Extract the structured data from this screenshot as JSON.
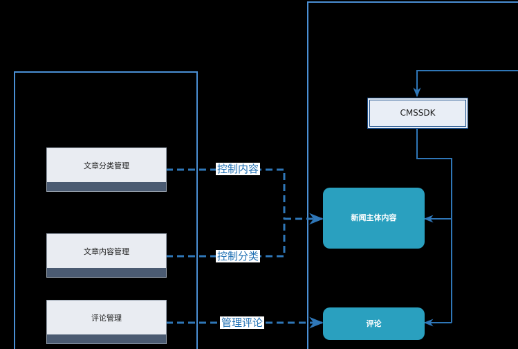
{
  "colors": {
    "background": "#000000",
    "frame_line": "#4a8fd4",
    "connector": "#2f77b8",
    "teal": "#2aa0bf",
    "module_fill": "#e9ecf2",
    "module_footer": "#4b5b72",
    "label_text": "#1e6fb3"
  },
  "admin_modules": [
    {
      "label": "文章分类管理"
    },
    {
      "label": "文章内容管理"
    },
    {
      "label": "评论管理"
    }
  ],
  "app_nodes": {
    "sdk": "CMSSDK",
    "news": "新闻主体内容",
    "comment": "评论"
  },
  "edge_labels": {
    "control_content": "控制内容",
    "control_category": "控制分类",
    "manage_comments": "管理评论"
  }
}
